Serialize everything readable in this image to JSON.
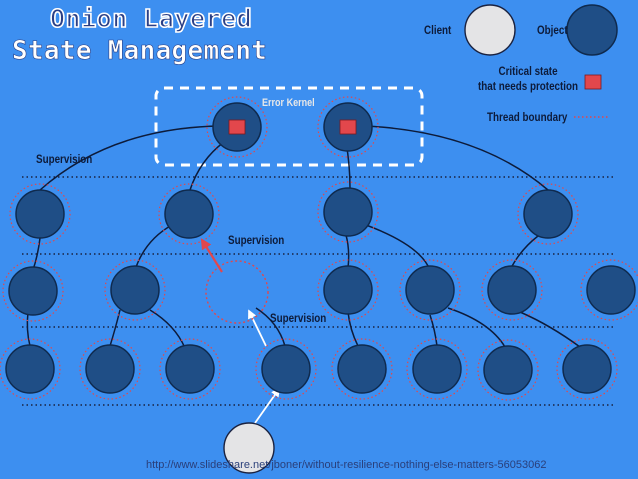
{
  "title": {
    "line1": "Onion Layered",
    "line2": "State Management"
  },
  "legend": {
    "client": "Client",
    "object": "Object",
    "critical_state_line1": "Critical state",
    "critical_state_line2": "that needs protection",
    "thread_boundary": "Thread boundary"
  },
  "labels": {
    "error_kernel": "Error Kernel",
    "supervision_top": "Supervision",
    "supervision_mid": "Supervision",
    "supervision_low": "Supervision"
  },
  "source_url": "http://www.slideshare.net/jboner/without-resilience-nothing-else-matters-56053062",
  "colors": {
    "background": "#3d8ff0",
    "object_fill": "#1f4e86",
    "client_fill": "#e4e4e6",
    "critical_red": "#e2474c",
    "boundary_dots": "#1a2240",
    "ring_dots": "#e2474c",
    "arrow_red": "#e2474c",
    "arrow_white": "#ffffff"
  }
}
